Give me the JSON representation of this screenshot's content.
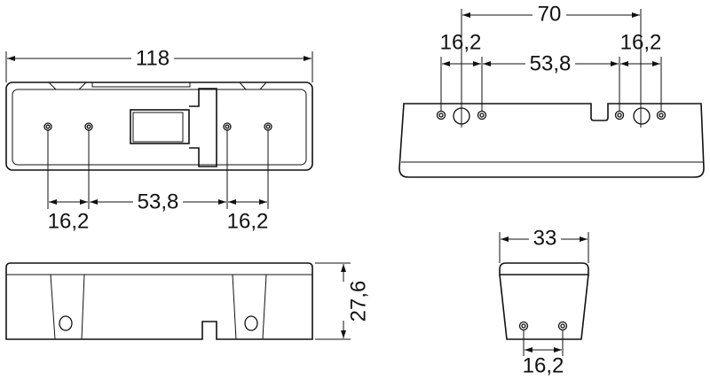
{
  "drawing": {
    "front_view": {
      "width": "118",
      "hole_pitch_left": "16,2",
      "hole_pitch_center": "53,8",
      "hole_pitch_right": "16,2"
    },
    "side_view": {
      "height": "27,6"
    },
    "rear_view": {
      "mount_distance": "70",
      "hole_pitch_left": "16,2",
      "hole_pitch_center": "53,8",
      "hole_pitch_right": "16,2"
    },
    "end_view": {
      "width": "33",
      "hole_pitch": "16,2"
    },
    "line_color": "#111111"
  }
}
